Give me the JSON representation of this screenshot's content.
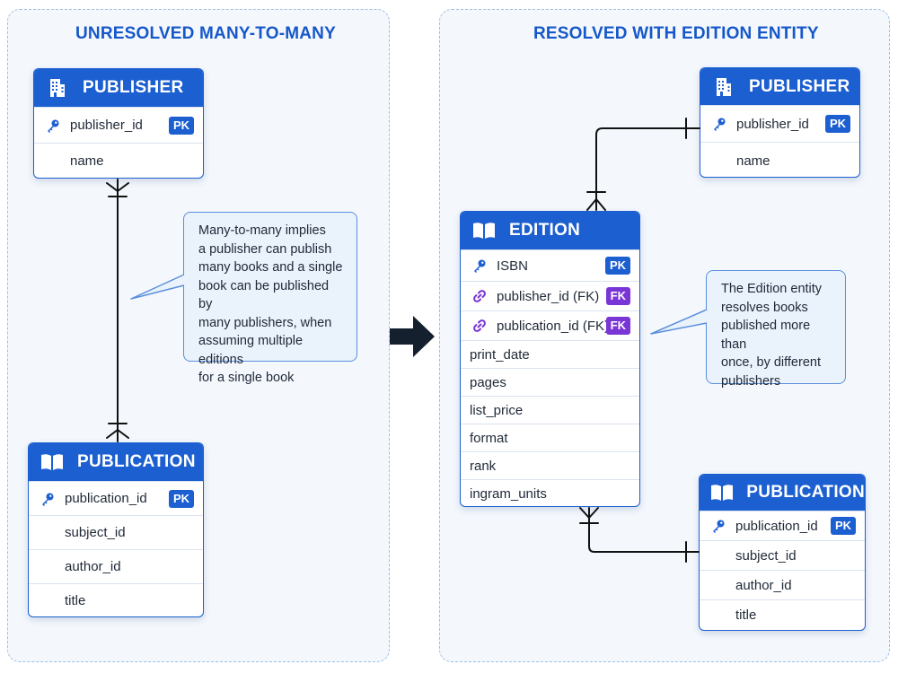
{
  "left_panel": {
    "title": "UNRESOLVED MANY-TO-MANY",
    "publisher": {
      "title": "PUBLISHER",
      "icon": "building-icon",
      "rows": [
        {
          "label": "publisher_id",
          "icon": "key-icon",
          "badge": "PK"
        },
        {
          "label": "name"
        }
      ]
    },
    "publication": {
      "title": "PUBLICATION",
      "icon": "book-icon",
      "rows": [
        {
          "label": "publication_id",
          "icon": "key-icon",
          "badge": "PK"
        },
        {
          "label": "subject_id"
        },
        {
          "label": "author_id"
        },
        {
          "label": "title"
        }
      ]
    },
    "note": [
      "Many-to-many implies",
      "a publisher can publish",
      "many books and a single",
      "book can be published by",
      "many publishers, when",
      "assuming multiple editions",
      "for a single book"
    ]
  },
  "right_panel": {
    "title": "RESOLVED WITH EDITION ENTITY",
    "publisher": {
      "title": "PUBLISHER",
      "icon": "building-icon",
      "rows": [
        {
          "label": "publisher_id",
          "icon": "key-icon",
          "badge": "PK"
        },
        {
          "label": "name"
        }
      ]
    },
    "edition": {
      "title": "EDITION",
      "icon": "book-icon",
      "rows": [
        {
          "label": "ISBN",
          "icon": "key-icon",
          "badge": "PK"
        },
        {
          "label": "publisher_id (FK)",
          "icon": "link-icon",
          "badge": "FK"
        },
        {
          "label": "publication_id (FK)",
          "icon": "link-icon",
          "badge": "FK"
        },
        {
          "label": "print_date"
        },
        {
          "label": "pages"
        },
        {
          "label": "list_price"
        },
        {
          "label": "format"
        },
        {
          "label": "rank"
        },
        {
          "label": "ingram_units"
        }
      ]
    },
    "publication": {
      "title": "PUBLICATION",
      "icon": "book-icon",
      "rows": [
        {
          "label": "publication_id",
          "icon": "key-icon",
          "badge": "PK"
        },
        {
          "label": "subject_id"
        },
        {
          "label": "author_id"
        },
        {
          "label": "title"
        }
      ]
    },
    "note": [
      "The Edition entity",
      "resolves books",
      "published more than",
      "once, by different",
      "publishers"
    ]
  },
  "transition_arrow_icon": "right-arrow-icon",
  "colors": {
    "entity_header": "#1c5fd0",
    "pk_badge": "#1c5fd0",
    "fk_badge": "#7a35d6",
    "panel_title": "#1657c9",
    "connector": "#111111"
  }
}
